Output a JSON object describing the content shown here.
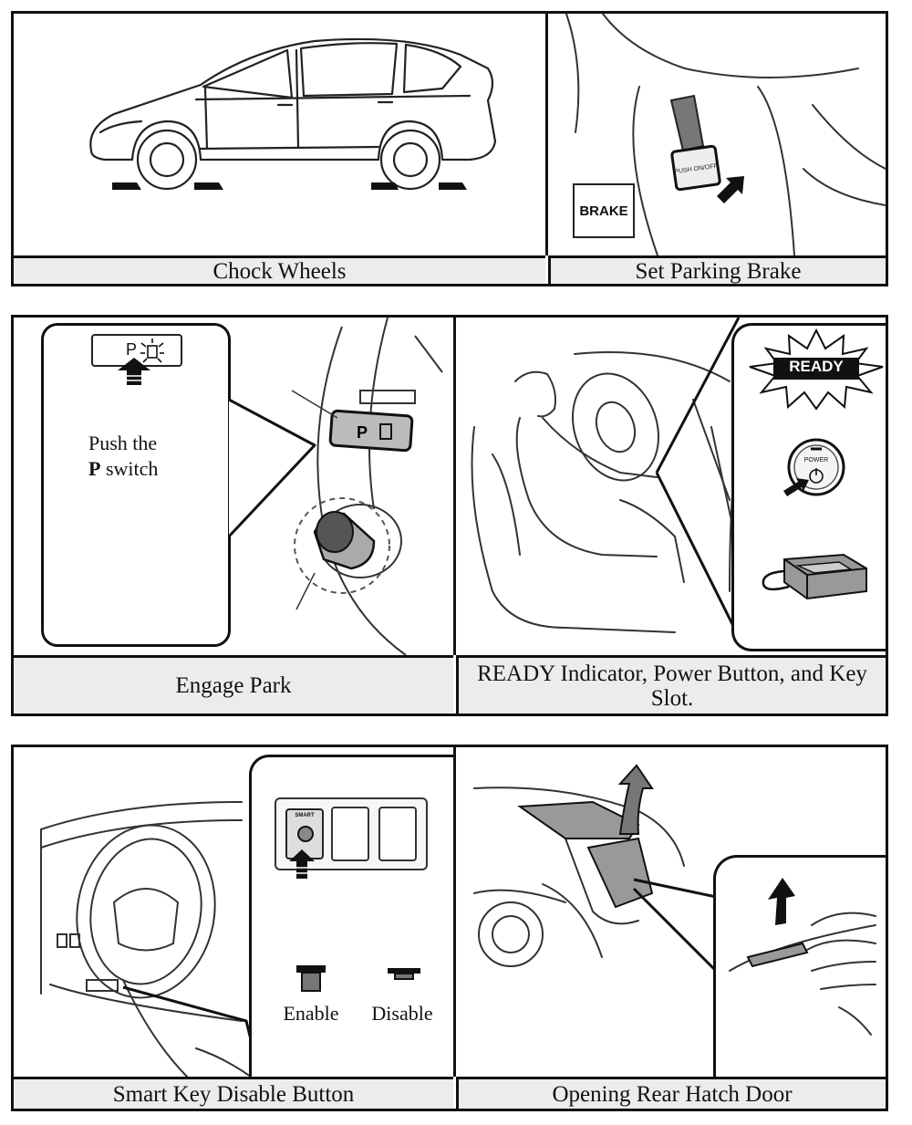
{
  "row1": {
    "left_caption": "Chock Wheels",
    "right_caption": "Set Parking Brake",
    "brake_label": "BRAKE",
    "push_label": "PUSH ON/OFF"
  },
  "row2": {
    "left_caption": "Engage Park",
    "right_caption": "READY Indicator, Power Button, and Key Slot.",
    "callout_line1": "Push the",
    "callout_bold": "P",
    "callout_line2": " switch",
    "p_switch_text": "P",
    "p_switch_text2": "P",
    "ready_label": "READY",
    "power_label": "POWER"
  },
  "row3": {
    "left_caption": "Smart Key Disable Button",
    "right_caption": "Opening Rear Hatch Door",
    "smart_label": "SMART",
    "enable_label": "Enable",
    "disable_label": "Disable"
  }
}
